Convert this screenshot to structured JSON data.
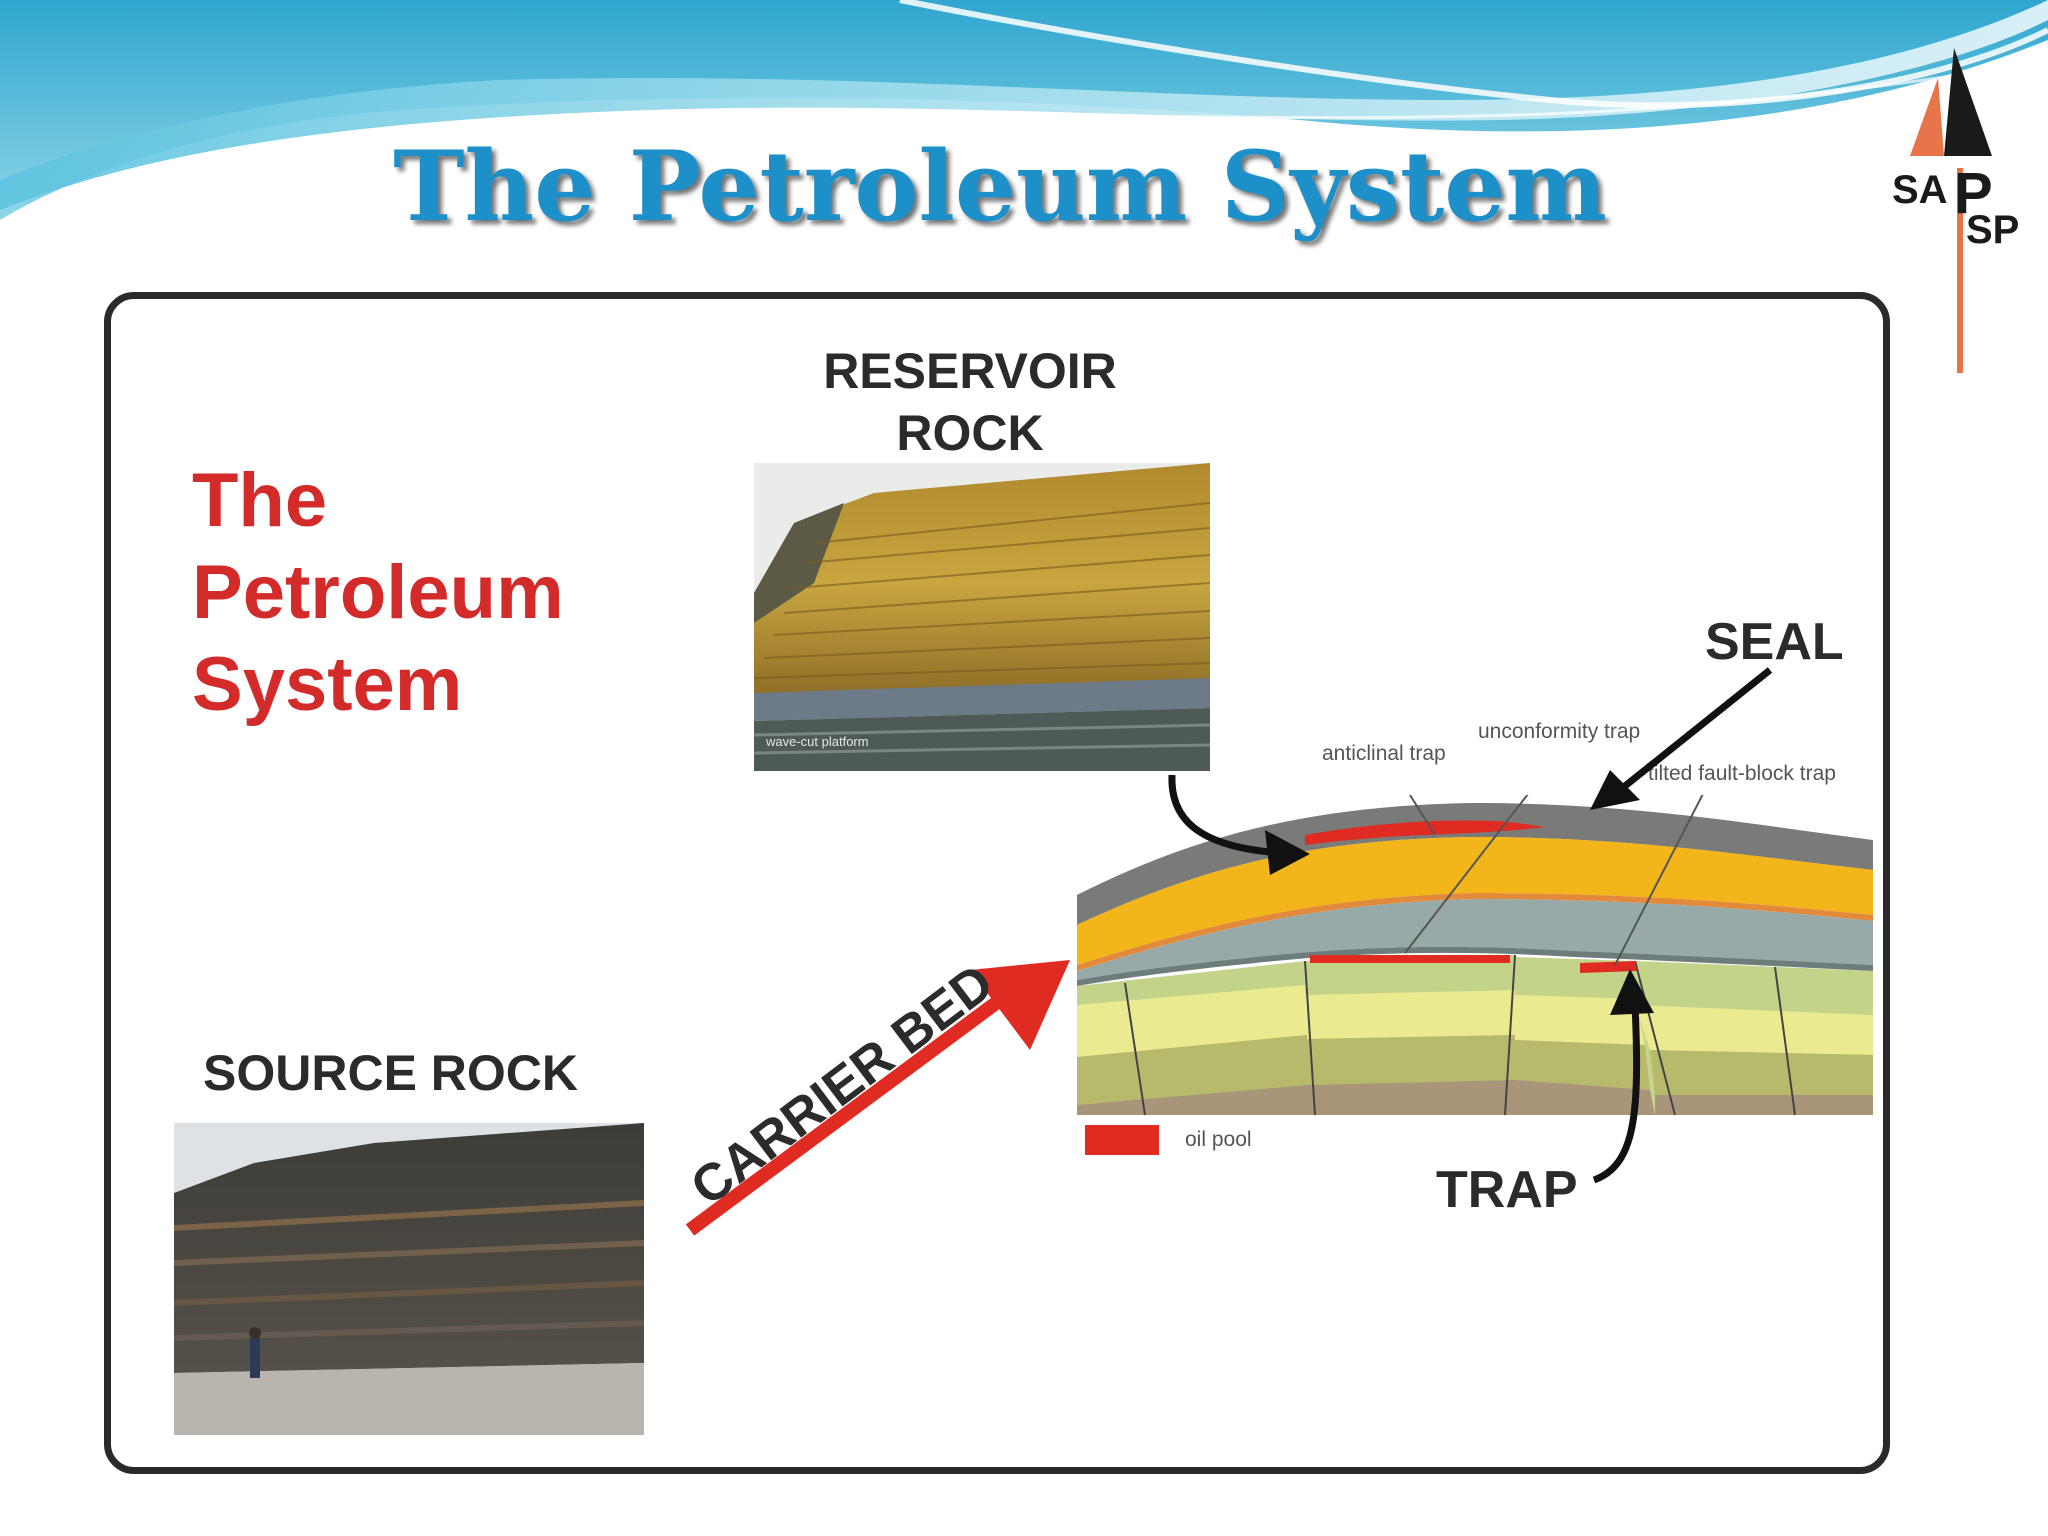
{
  "slide": {
    "title": "The Petroleum System",
    "logo": {
      "top": "SA",
      "big": "P",
      "bottom": "SP",
      "colors": {
        "orange": "#e8744a",
        "dark": "#1a1a1a"
      }
    },
    "accent": "#1d8fc9"
  },
  "diagram": {
    "heading_lines": [
      "The",
      "Petroleum",
      "System"
    ],
    "reservoir_label_lines": [
      "RESERVOIR",
      "ROCK"
    ],
    "source_label": "SOURCE ROCK",
    "seal_label": "SEAL",
    "trap_label": "TRAP",
    "carrier_label": "CARRIER BED",
    "photo_caption": "wave-cut platform",
    "trap_types": {
      "anticlinal": "anticlinal trap",
      "unconformity": "unconformity trap",
      "fault_block": "tilted fault-block trap"
    },
    "legend": {
      "label": "oil pool",
      "color": "#e02b22"
    },
    "colors": {
      "heading": "#d32a2a",
      "arrow": "#e02b22",
      "seal": "#7a7a78",
      "reservoir": "#f2b61a"
    }
  }
}
